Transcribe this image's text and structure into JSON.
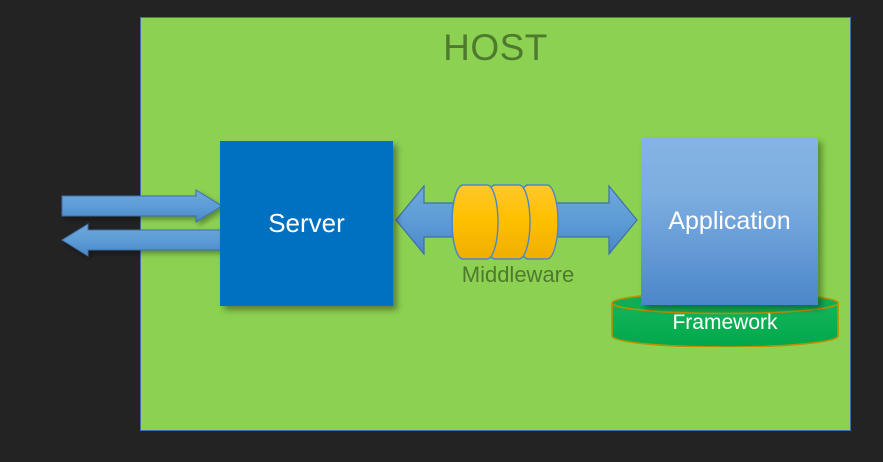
{
  "diagram": {
    "title": "HOST",
    "background_color": "#232323",
    "host": {
      "label": "HOST",
      "fill_color": "#8CD152",
      "border_color": "#3E6FA8",
      "label_color": "#4E7A2E"
    },
    "nodes": [
      {
        "id": "server",
        "label": "Server",
        "shape": "rectangle",
        "fill_color": "#0070C0",
        "text_color": "#FFFFFF"
      },
      {
        "id": "middleware",
        "label": "Middleware",
        "shape": "cylinder-stack",
        "count": 3,
        "fill_color": "#FFC000",
        "outline_color": "#4C87C9",
        "label_color": "#4E7A2E"
      },
      {
        "id": "application",
        "label": "Application",
        "shape": "rectangle",
        "fill_color_top": "#85B4E3",
        "fill_color_bottom": "#4C87C9",
        "text_color": "#FFFFFF"
      },
      {
        "id": "framework",
        "label": "Framework",
        "shape": "cylinder",
        "fill_color": "#00B050",
        "outline_color": "#BF8F00",
        "text_color": "#FFFFFF"
      }
    ],
    "connectors": [
      {
        "id": "inbound-request",
        "from": "external",
        "to": "server",
        "direction": "right",
        "style": "block-arrow",
        "color": "#5B9BD5"
      },
      {
        "id": "outbound-response",
        "from": "server",
        "to": "external",
        "direction": "left",
        "style": "block-arrow",
        "color": "#5B9BD5"
      },
      {
        "id": "server-application",
        "from": "server",
        "to": "application",
        "direction": "both",
        "style": "double-block-arrow",
        "color": "#5B9BD5",
        "label": "Middleware"
      }
    ]
  }
}
